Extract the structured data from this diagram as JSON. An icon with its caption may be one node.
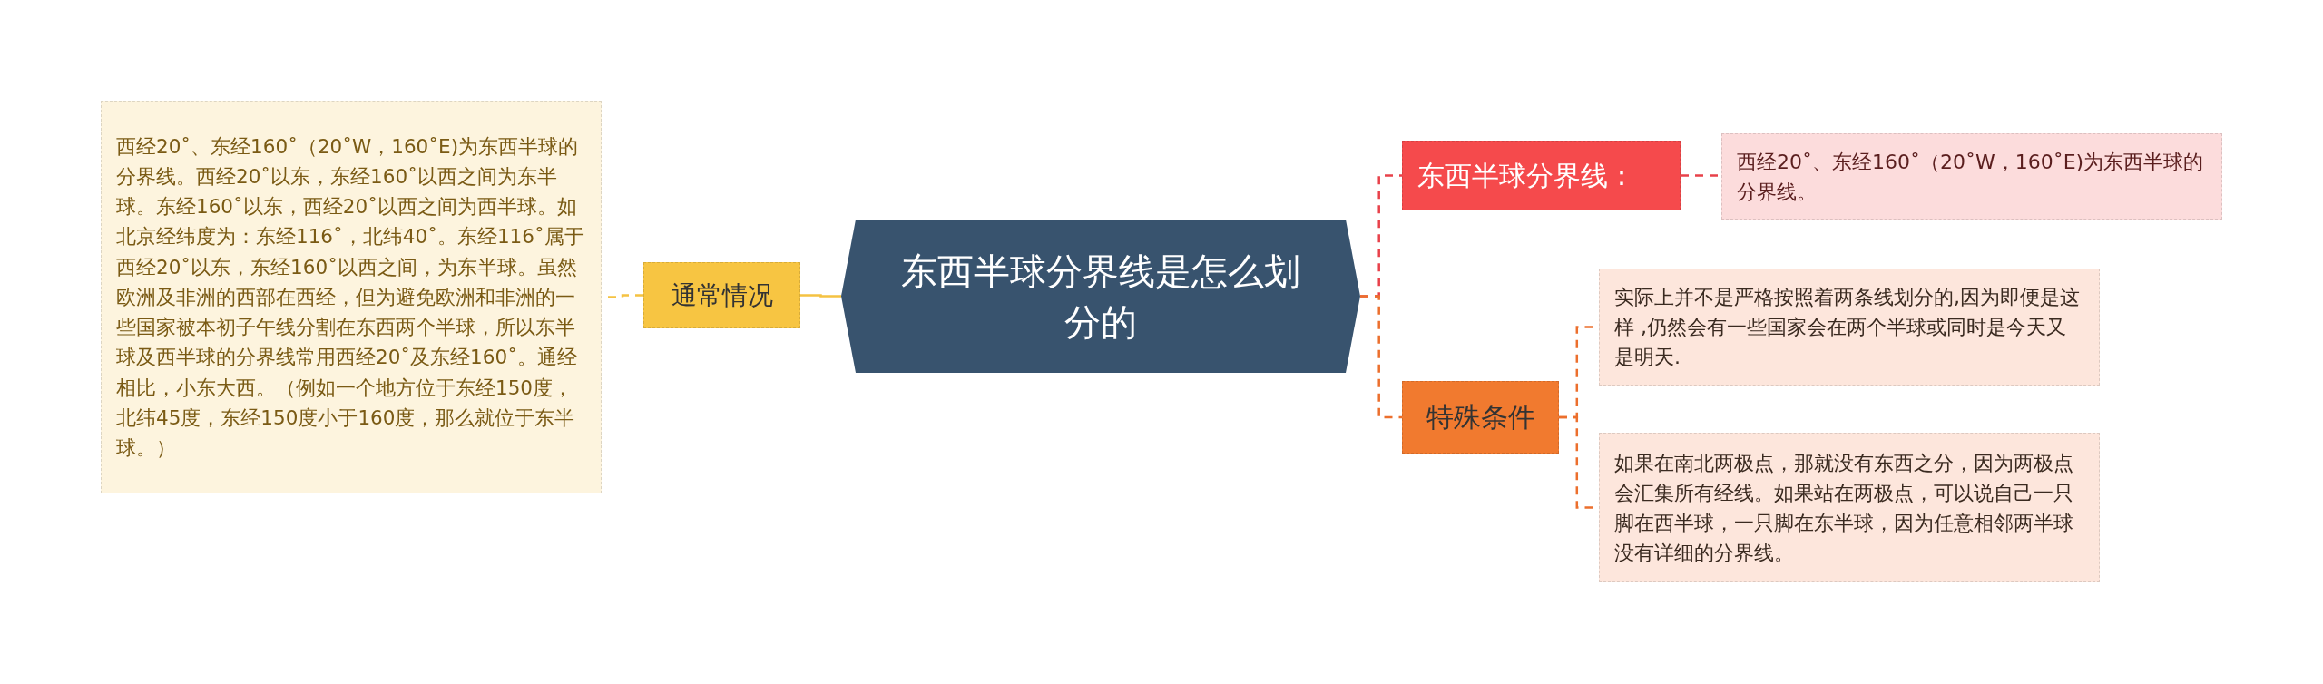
{
  "diagram": {
    "nodes": [
      {
        "text": [
          "东西半球分界线是怎么划分的"
        ]
      },
      {
        "text": [
          "通常情况"
        ]
      },
      {
        "text": [
          "西经20˚、东经160˚（20˚W，160˚E)为东西半球的分界线。西经20˚以东，东经160˚以西之间为东半球。东经160˚以东，西经20˚以西之间为西半球。如北京经纬度为：东经116˚，北纬40˚。东经116˚属于西经20˚以东，东经160˚以西之间，为东半球。虽然欧洲及非洲的西部在西经，但为避免欧洲和非洲的一些国家被本初子午线分割在东西两个半球，所以东半球及西半球的分界线常用西经20˚及东经160˚。通经相比，小东大西。（例如一个地方位于东经150度，北纬45度，东经150度小于160度，那么就位于东半球。）"
        ]
      },
      {
        "text": [
          "东西半球分界线："
        ]
      },
      {
        "text": [
          "西经20˚、东经160˚（20˚W，160˚E)为东西半球的分界线。"
        ]
      },
      {
        "text": [
          "特殊条件"
        ]
      },
      {
        "text": [
          "实际上并不是严格按照着两条线划分的,因为即便是这样 ,仍然会有一些国家会在两个半球或同时是今天又是明天."
        ]
      },
      {
        "text": [
          "如果在南北两极点，那就没有东西之分，因为两极点会汇集所有经线。如果站在两极点，可以说自己一只脚在西半球，一只脚在东半球，因为任意相邻两半球没有详细的分界线。"
        ]
      }
    ],
    "edges": [
      {
        "from": 0,
        "to": 1,
        "arrow": "none",
        "color": "#f5c242"
      },
      {
        "from": 1,
        "to": 2,
        "arrow": "none",
        "style": "dashed",
        "color": "#f5c242"
      },
      {
        "from": 0,
        "to": 3,
        "arrow": "none",
        "style": "dashed",
        "color": "#e8414a"
      },
      {
        "from": 0,
        "to": 5,
        "arrow": "none",
        "style": "dashed",
        "color": "#ec6f2d"
      },
      {
        "from": 3,
        "to": 4,
        "arrow": "none",
        "style": "dashed",
        "color": "#e8414a"
      },
      {
        "from": 5,
        "to": 6,
        "arrow": "none",
        "style": "dashed",
        "color": "#ec6f2d"
      },
      {
        "from": 5,
        "to": 7,
        "arrow": "none",
        "style": "dashed",
        "color": "#ec6f2d"
      }
    ]
  }
}
